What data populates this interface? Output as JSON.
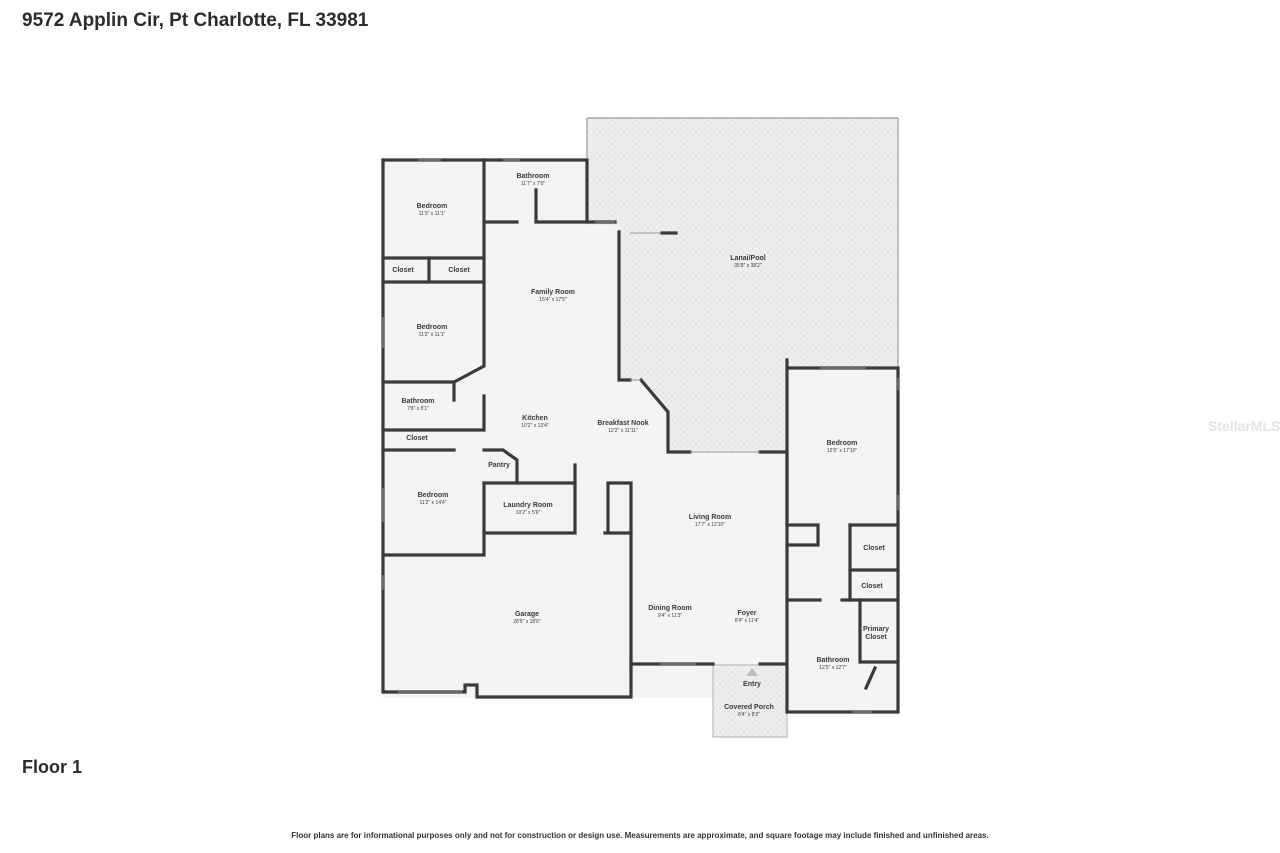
{
  "header": {
    "address": "9572 Applin Cir, Pt Charlotte, FL 33981"
  },
  "floor_label": "Floor 1",
  "footer": {
    "disclaimer": "Floor plans are for informational purposes only and not for construction or design use. Measurements are approximate, and square footage may include finished and unfinished areas."
  },
  "watermark": "StellarMLS",
  "rooms": {
    "bedroom_nw": {
      "name": "Bedroom",
      "dims": "11'3\" x 11'1\""
    },
    "bathroom_north": {
      "name": "Bathroom",
      "dims": "11'7\" x 7'0\""
    },
    "closet_1": {
      "name": "Closet"
    },
    "closet_2": {
      "name": "Closet"
    },
    "family_room": {
      "name": "Family Room",
      "dims": "15'4\" x 17'5\""
    },
    "bedroom_w": {
      "name": "Bedroom",
      "dims": "11'2\" x 11'1\""
    },
    "bathroom_w": {
      "name": "Bathroom",
      "dims": "7'8\" x 5'1\""
    },
    "closet_3": {
      "name": "Closet"
    },
    "kitchen": {
      "name": "Kitchen",
      "dims": "10'2\" x 13'4\""
    },
    "breakfast_nook": {
      "name": "Breakfast Nook",
      "dims": "12'2\" x 11'11\""
    },
    "pantry": {
      "name": "Pantry"
    },
    "bedroom_sw": {
      "name": "Bedroom",
      "dims": "11'2\" x 14'4\""
    },
    "laundry_room": {
      "name": "Laundry Room",
      "dims": "10'2\" x 5'6\""
    },
    "lanai_pool": {
      "name": "Lanai/Pool",
      "dims": "35'8\" x 38'2\""
    },
    "bedroom_e": {
      "name": "Bedroom",
      "dims": "12'5\" x 17'10\""
    },
    "living_room": {
      "name": "Living Room",
      "dims": "17'7\" x 12'10\""
    },
    "closet_4": {
      "name": "Closet"
    },
    "closet_5": {
      "name": "Closet"
    },
    "primary_closet": {
      "name_line1": "Primary",
      "name_line2": "Closet"
    },
    "garage": {
      "name": "Garage",
      "dims": "28'5\" x 18'6\""
    },
    "dining_room": {
      "name": "Dining Room",
      "dims": "9'4\" x 11'3\""
    },
    "foyer": {
      "name": "Foyer",
      "dims": "8'4\" x 11'4\""
    },
    "bathroom_primary": {
      "name": "Bathroom",
      "dims": "12'5\" x 12'7\""
    },
    "entry": {
      "name": "Entry"
    },
    "covered_porch": {
      "name": "Covered Porch",
      "dims": "8'4\" x 8'2\""
    }
  },
  "colors": {
    "wall": "#3a3a3a",
    "floor_fill": "#f4f4f4",
    "lanai_fill": "#efefef",
    "text": "#2b2b2b"
  }
}
